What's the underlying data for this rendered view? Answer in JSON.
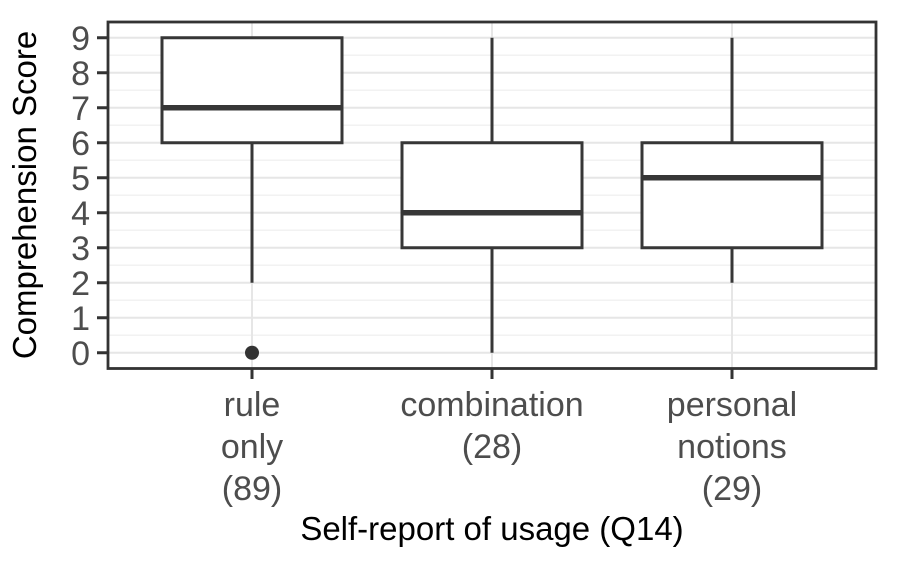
{
  "chart_data": {
    "type": "boxplot",
    "title": "",
    "xlabel": "Self-report of usage (Q14)",
    "ylabel": "Comprehension Score",
    "ylim": [
      -0.45,
      9.45
    ],
    "yticks": [
      0,
      1,
      2,
      3,
      4,
      5,
      6,
      7,
      8,
      9
    ],
    "minor_gridline_step": 0.5,
    "grid": "horizontal-major-and-minor, vertical-major-at-categories",
    "legend_position": "none",
    "categories": [
      "rule only (89)",
      "combination (28)",
      "personal notions (29)"
    ],
    "series": [
      {
        "name": "rule only",
        "n": 89,
        "label_lines": [
          "rule",
          "only",
          "(89)"
        ],
        "whisker_min": 2,
        "q1": 6,
        "median": 7,
        "q3": 9,
        "whisker_max": 9,
        "outliers": [
          0
        ]
      },
      {
        "name": "combination",
        "n": 28,
        "label_lines": [
          "combination",
          "(28)"
        ],
        "whisker_min": 0,
        "q1": 3,
        "median": 4,
        "q3": 6,
        "whisker_max": 9,
        "outliers": []
      },
      {
        "name": "personal notions",
        "n": 29,
        "label_lines": [
          "personal",
          "notions",
          "(29)"
        ],
        "whisker_min": 2,
        "q1": 3,
        "median": 5,
        "q3": 6,
        "whisker_max": 9,
        "outliers": []
      }
    ],
    "colors": {
      "background": "#ffffff",
      "panel_background": "#ffffff",
      "panel_border": "#333333",
      "box_stroke": "#373737",
      "box_fill": "#ffffff",
      "median_stroke": "#373737",
      "whisker_stroke": "#373737",
      "outlier_fill": "#333333",
      "grid_major": "#e6e6e6",
      "grid_minor": "#f2f2f2",
      "tick_mark": "#333333",
      "tick_label": "#4d4d4d",
      "axis_title": "#000000"
    }
  }
}
